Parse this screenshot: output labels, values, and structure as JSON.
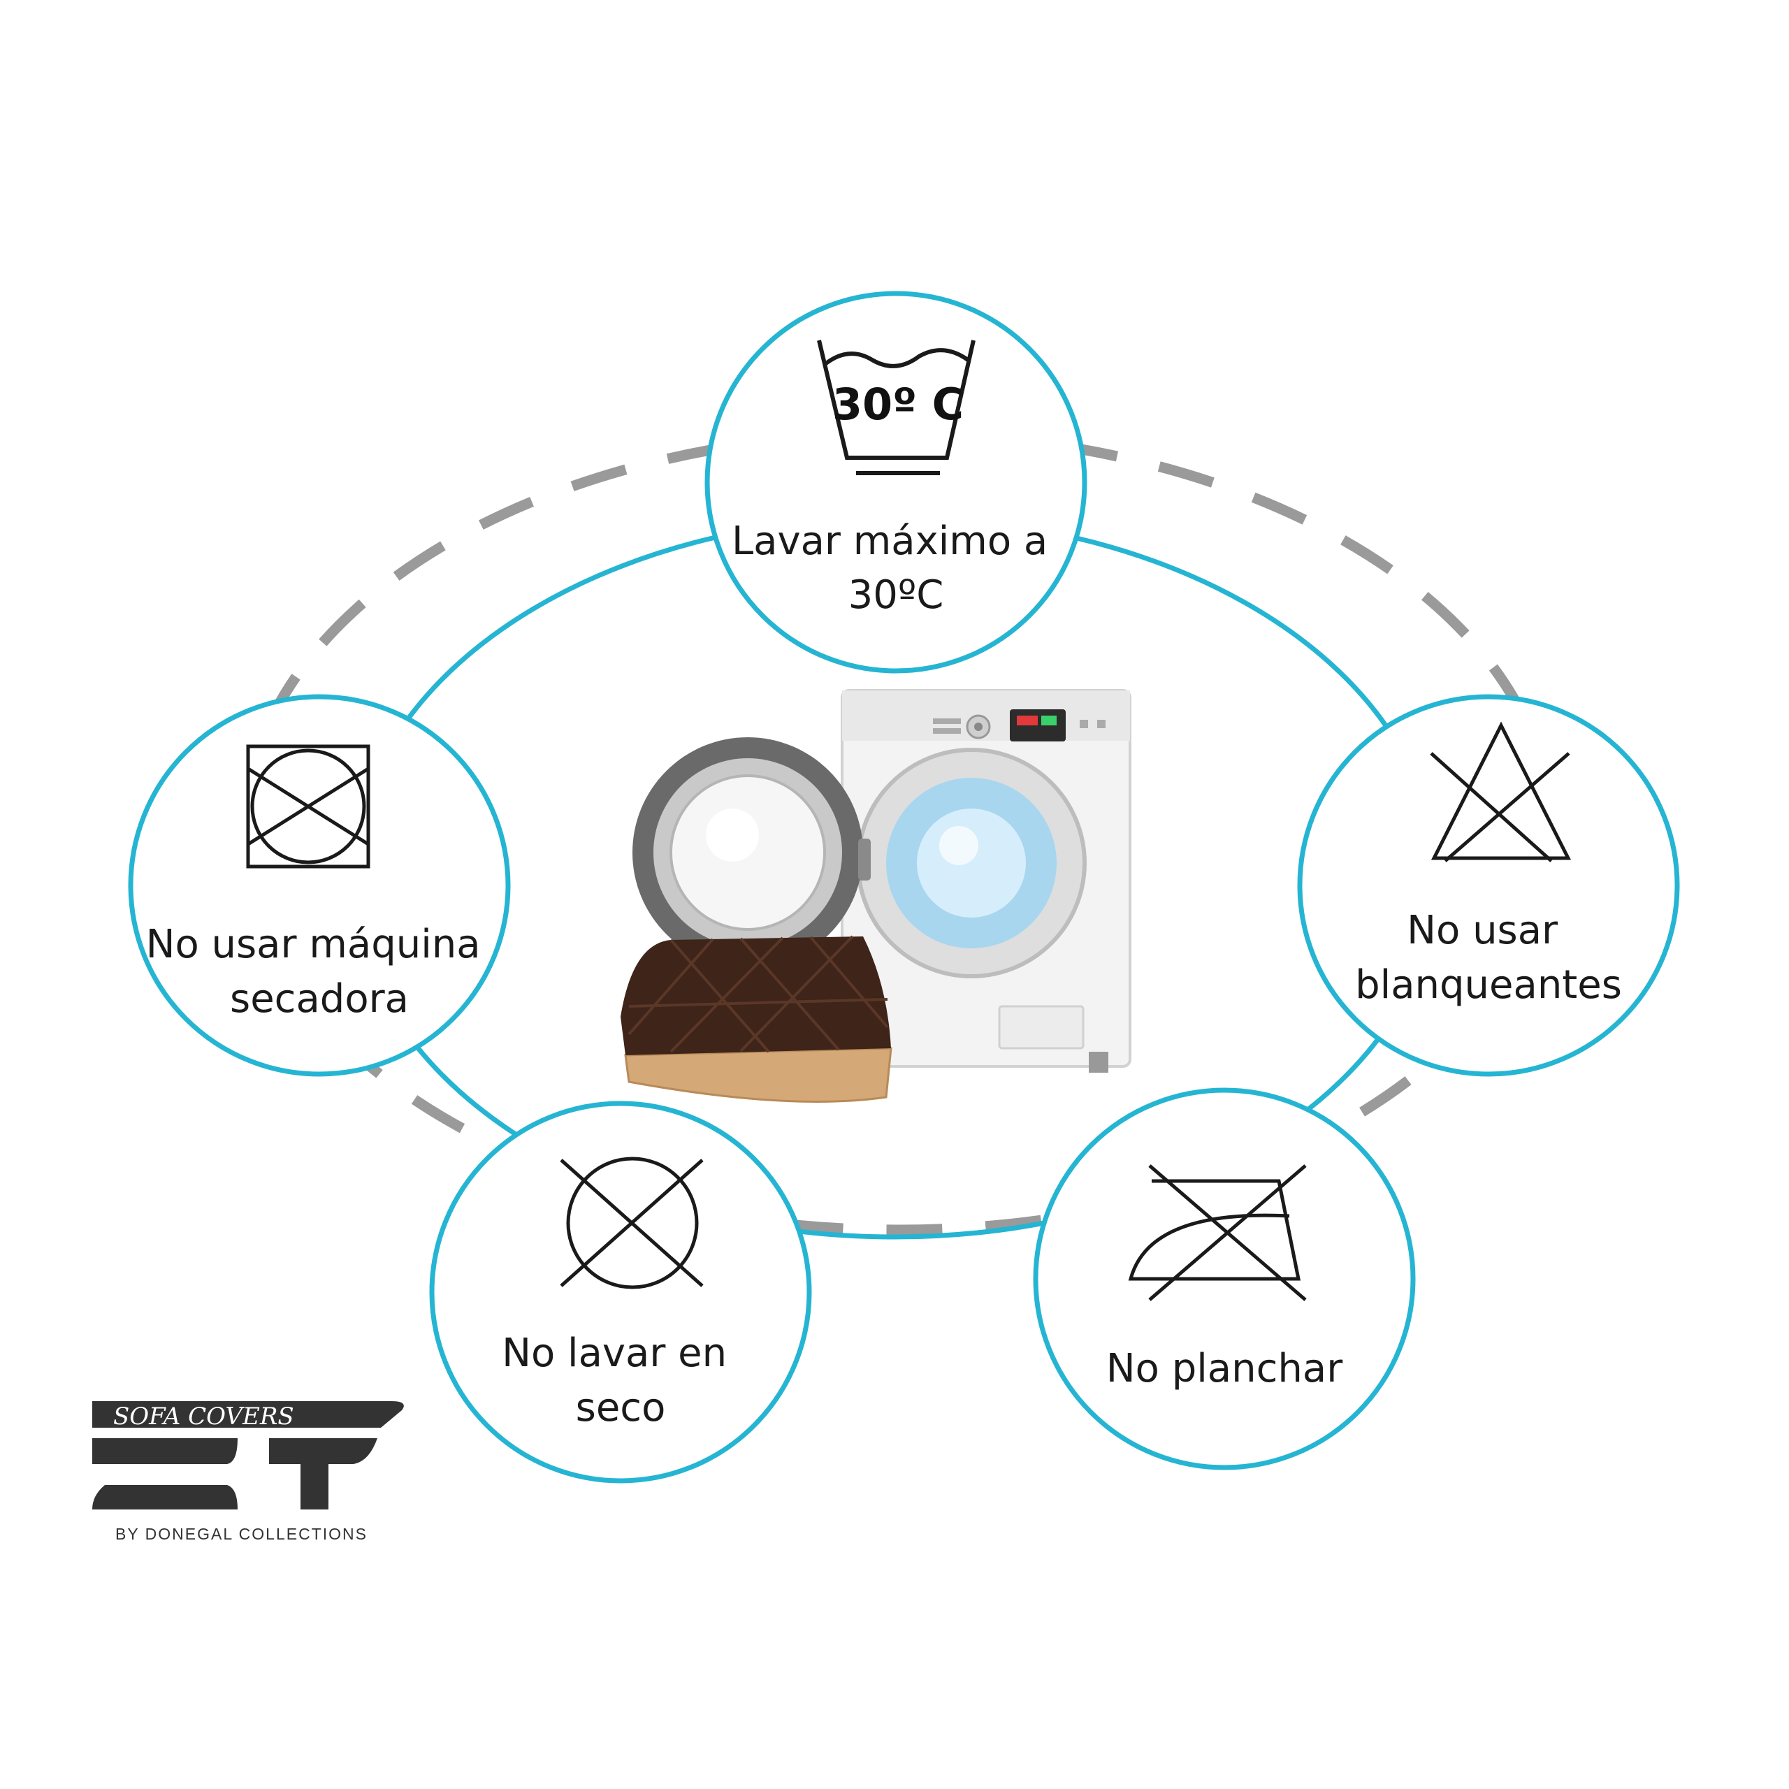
{
  "symbols": [
    {
      "id": "wash",
      "icon": "wash-30-icon",
      "icon_text": "30º C",
      "lines": [
        "Lavar máximo a",
        "30ºC"
      ]
    },
    {
      "id": "dryer",
      "icon": "no-tumble-dry-icon",
      "lines": [
        "No usar máquina",
        "secadora"
      ]
    },
    {
      "id": "bleach",
      "icon": "no-bleach-icon",
      "lines": [
        "No usar",
        "blanqueantes"
      ]
    },
    {
      "id": "dryclean",
      "icon": "no-dry-clean-icon",
      "lines": [
        "No lavar en",
        "seco"
      ]
    },
    {
      "id": "iron",
      "icon": "no-iron-icon",
      "lines": [
        "No planchar"
      ]
    }
  ],
  "logo": {
    "top_text": "SOFA COVERS",
    "bottom_text": "BY DONEGAL COLLECTIONS"
  },
  "colors": {
    "circle_stroke": "#25b5d3",
    "dash_ring": "#9a9a9a",
    "icon_stroke": "#1a1a1a"
  }
}
